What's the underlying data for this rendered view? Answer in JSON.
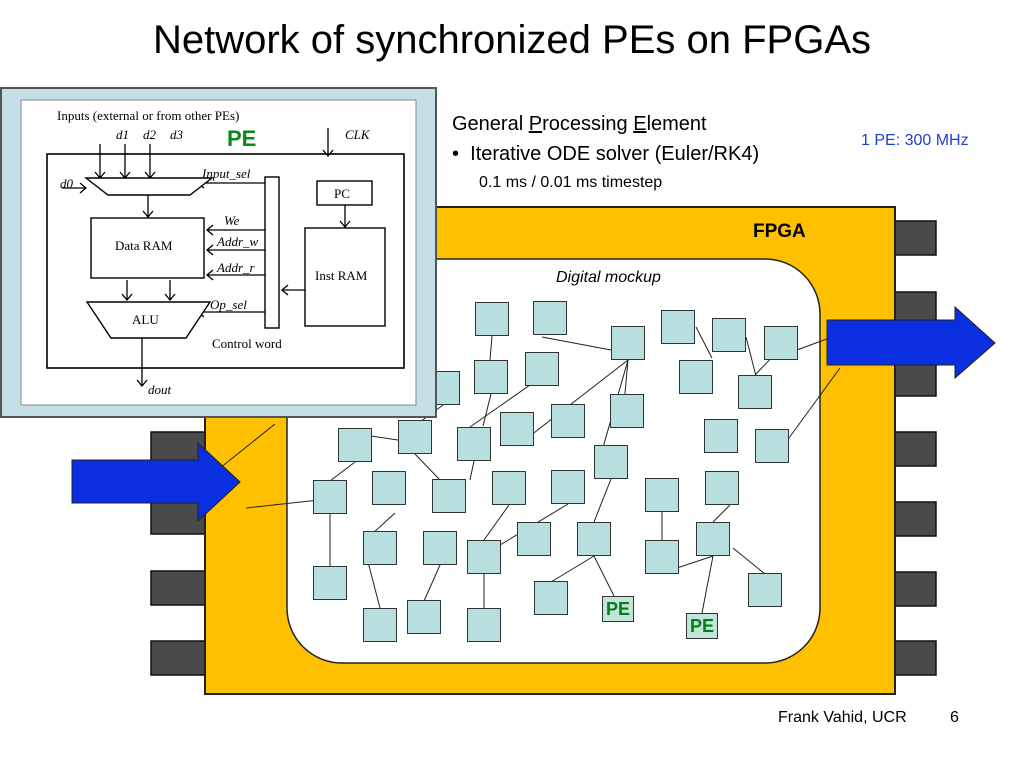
{
  "title": "Network of synchronized PEs on FPGAs",
  "pe_info": {
    "line1_pre": "General ",
    "line1_P": "P",
    "line1_mid": "rocessing ",
    "line1_E": "E",
    "line1_post": "lement",
    "bullet": "•",
    "line2": "Iterative ODE solver (Euler/RK4)",
    "line3": "0.1 ms / 0.01 ms timestep"
  },
  "frequency": "1 PE: 300 MHz",
  "fpga_label": "FPGA",
  "mockup_label": "Digital mockup",
  "pe_tags": [
    "PE",
    "PE"
  ],
  "pe_diagram": {
    "inputs": "Inputs (external or from other PEs)",
    "d1": "d1",
    "d2": "d2",
    "d3": "d3",
    "d0": "d0",
    "pe_label": "PE",
    "clk": "CLK",
    "input_sel": "Input_sel",
    "pc": "PC",
    "we": "We",
    "data_ram": "Data RAM",
    "addr_w": "Addr_w",
    "addr_r": "Addr_r",
    "inst_ram": "Inst RAM",
    "op_sel": "Op_sel",
    "alu": "ALU",
    "control_word": "Control word",
    "dout": "dout"
  },
  "footer": {
    "author": "Frank Vahid, UCR",
    "page": "6"
  },
  "colors": {
    "fpga_fill": "#ffc000",
    "pin_fill": "#4a4a4a",
    "node_fill": "#b7dfe0",
    "arrow_fill": "#0a2fe0",
    "panel_bg": "#c5dfe6"
  }
}
